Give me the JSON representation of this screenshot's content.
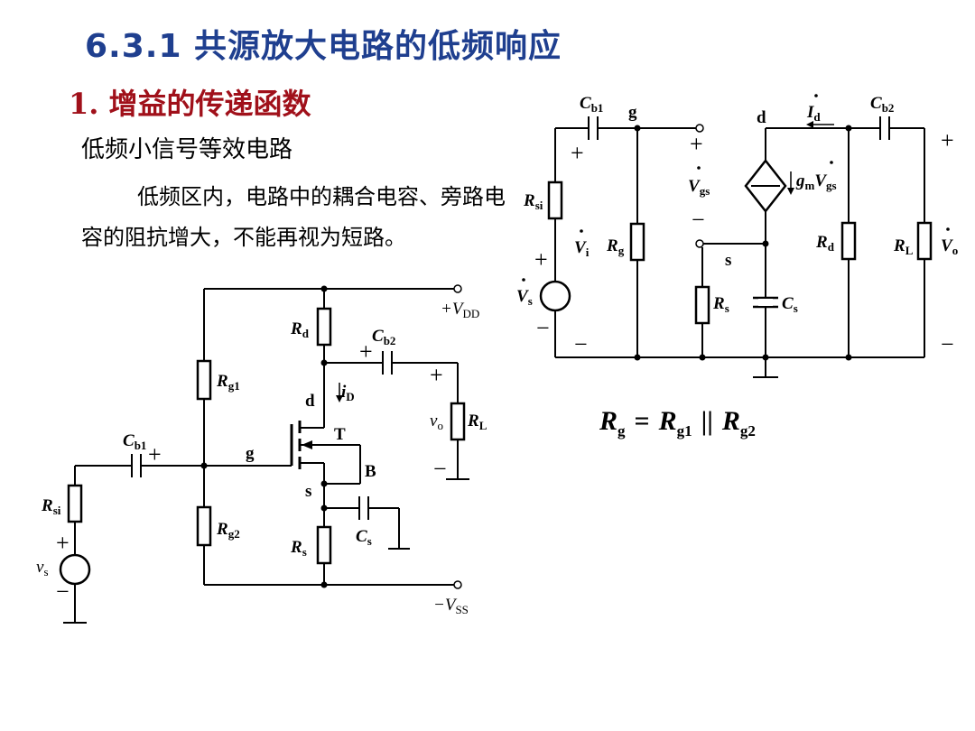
{
  "slide": {
    "title": "6.3.1  共源放大电路的低频响应",
    "section_heading": "1. 增益的传递函数",
    "subheading": "低频小信号等效电路",
    "body_text": "低频区内，电路中的耦合电容、旁路电容的阻抗增大，不能再视为短路。"
  },
  "formula": {
    "lhs": "R",
    "lhs_sub": "g",
    "equals": "=",
    "r1": "R",
    "r1_sub": "g1",
    "parallel": "||",
    "r2": "R",
    "r2_sub": "g2"
  },
  "schematic": {
    "Rd": "R",
    "Rd_sub": "d",
    "Cb2": "C",
    "Cb2_sub": "b2",
    "Rg1": "R",
    "Rg1_sub": "g1",
    "Rg2": "R",
    "Rg2_sub": "g2",
    "Cb1": "C",
    "Cb1_sub": "b1",
    "Rsi": "R",
    "Rsi_sub": "si",
    "vs": "v",
    "vs_sub": "s",
    "Rs": "R",
    "Rs_sub": "s",
    "Cs": "C",
    "Cs_sub": "s",
    "RL": "R",
    "RL_sub": "L",
    "vo": "v",
    "vo_sub": "o",
    "iD": "i",
    "iD_sub": "D",
    "VDD": "+V",
    "VDD_sub": "DD",
    "VSS": "−V",
    "VSS_sub": "SS",
    "node_d": "d",
    "node_g": "g",
    "node_s": "s",
    "node_T": "T",
    "node_B": "B",
    "plus": "+",
    "minus": "−"
  },
  "equivalent": {
    "Cb1": "C",
    "Cb1_sub": "b1",
    "Cb2": "C",
    "Cb2_sub": "b2",
    "Rsi": "R",
    "Rsi_sub": "si",
    "Rg": "R",
    "Rg_sub": "g",
    "Rd": "R",
    "Rd_sub": "d",
    "RL": "R",
    "RL_sub": "L",
    "Rs": "R",
    "Rs_sub": "s",
    "Cs": "C",
    "Cs_sub": "s",
    "Vs": "V",
    "Vs_sub": "s",
    "Vi": "V",
    "Vi_sub": "i",
    "Vo": "V",
    "Vo_sub": "o",
    "Vgs": "V",
    "Vgs_sub": "gs",
    "Id": "I",
    "Id_sub": "d",
    "gm": "g",
    "gm_sub": "m",
    "gm_V": "V",
    "gm_V_sub": "gs",
    "node_g": "g",
    "node_d": "d",
    "node_s": "s",
    "plus": "+",
    "minus": "−"
  }
}
